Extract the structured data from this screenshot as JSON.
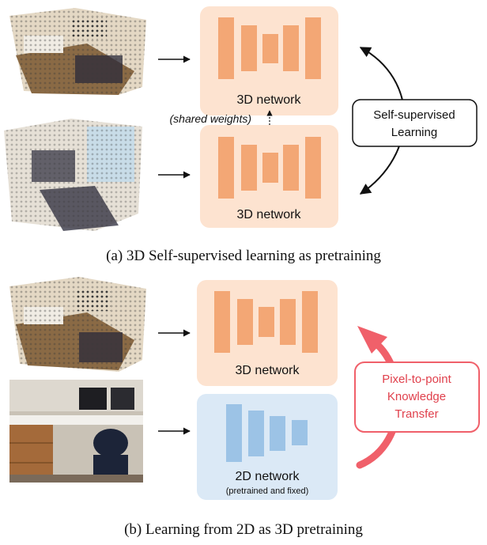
{
  "panel_a": {
    "top_network_label": "3D network",
    "bottom_network_label": "3D network",
    "shared_weights_label": "(shared weights)",
    "ssl_box_line1": "Self-supervised",
    "ssl_box_line2": "Learning",
    "caption": "(a) 3D Self-supervised learning as pretraining"
  },
  "panel_b": {
    "top_network_label": "3D network",
    "bottom_network_label": "2D network",
    "bottom_network_sublabel": "(pretrained and fixed)",
    "transfer_box_line1": "Pixel-to-point",
    "transfer_box_line2": "Knowledge",
    "transfer_box_line3": "Transfer",
    "caption": "(b) Learning from 2D as 3D pretraining"
  },
  "colors": {
    "network_3d_bg": "#fde3d0",
    "network_3d_layer": "#f3a775",
    "network_2d_bg": "#dbe9f6",
    "network_2d_layer": "#9cc3e6",
    "transfer_accent": "#f0606a",
    "arrow": "#111111"
  },
  "icons": {
    "point_cloud": "point-cloud-scene-icon",
    "photo": "office-desk-photo-icon"
  }
}
